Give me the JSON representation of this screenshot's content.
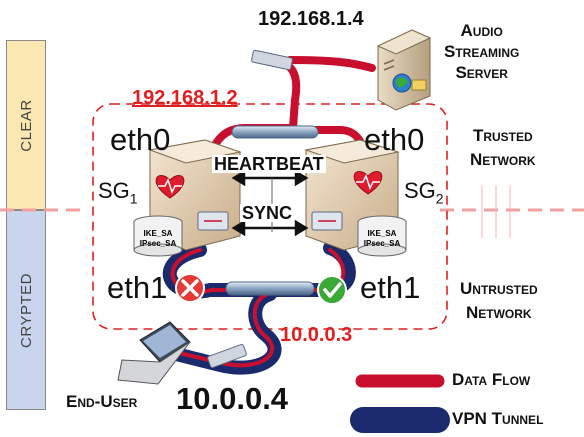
{
  "zones": {
    "clear_label": "CLEAR",
    "crypted_label": "CRYPTED"
  },
  "addresses": {
    "server_ip": "192.168.1.4",
    "cluster_ip": "192.168.1.2",
    "inner_ip": "10.0.0.3",
    "enduser_ip": "10.0.0.4"
  },
  "gateways": {
    "sg1": {
      "name": "SG",
      "index": "1",
      "top_iface": "eth0",
      "bottom_iface": "eth1",
      "sa_line1": "IKE_SA",
      "sa_line2": "IPsec_SA",
      "link_status": "failed"
    },
    "sg2": {
      "name": "SG",
      "index": "2",
      "top_iface": "eth0",
      "bottom_iface": "eth1",
      "sa_line1": "IKE_SA",
      "sa_line2": "IPsec_SA",
      "link_status": "ok"
    }
  },
  "links": {
    "heartbeat": "HEARTBEAT",
    "sync": "SYNC"
  },
  "labels": {
    "server_line1": "Audio",
    "server_line2": "Streaming",
    "server_line3": "Server",
    "trusted_line1": "Trusted",
    "trusted_line2": "Network",
    "untrusted_line1": "Untrusted",
    "untrusted_line2": "Network",
    "end_user": "End-User"
  },
  "legend": {
    "data_flow": "Data Flow",
    "vpn_tunnel": "VPN Tunnel"
  },
  "colors": {
    "data_flow": "#c8102e",
    "vpn_tunnel": "#1a2a6c",
    "ip_highlight": "#e02020",
    "clear_zone": "#fbe7b2",
    "crypted_zone": "#c9d5ee",
    "ok": "#3aa935",
    "fail": "#e53935"
  }
}
